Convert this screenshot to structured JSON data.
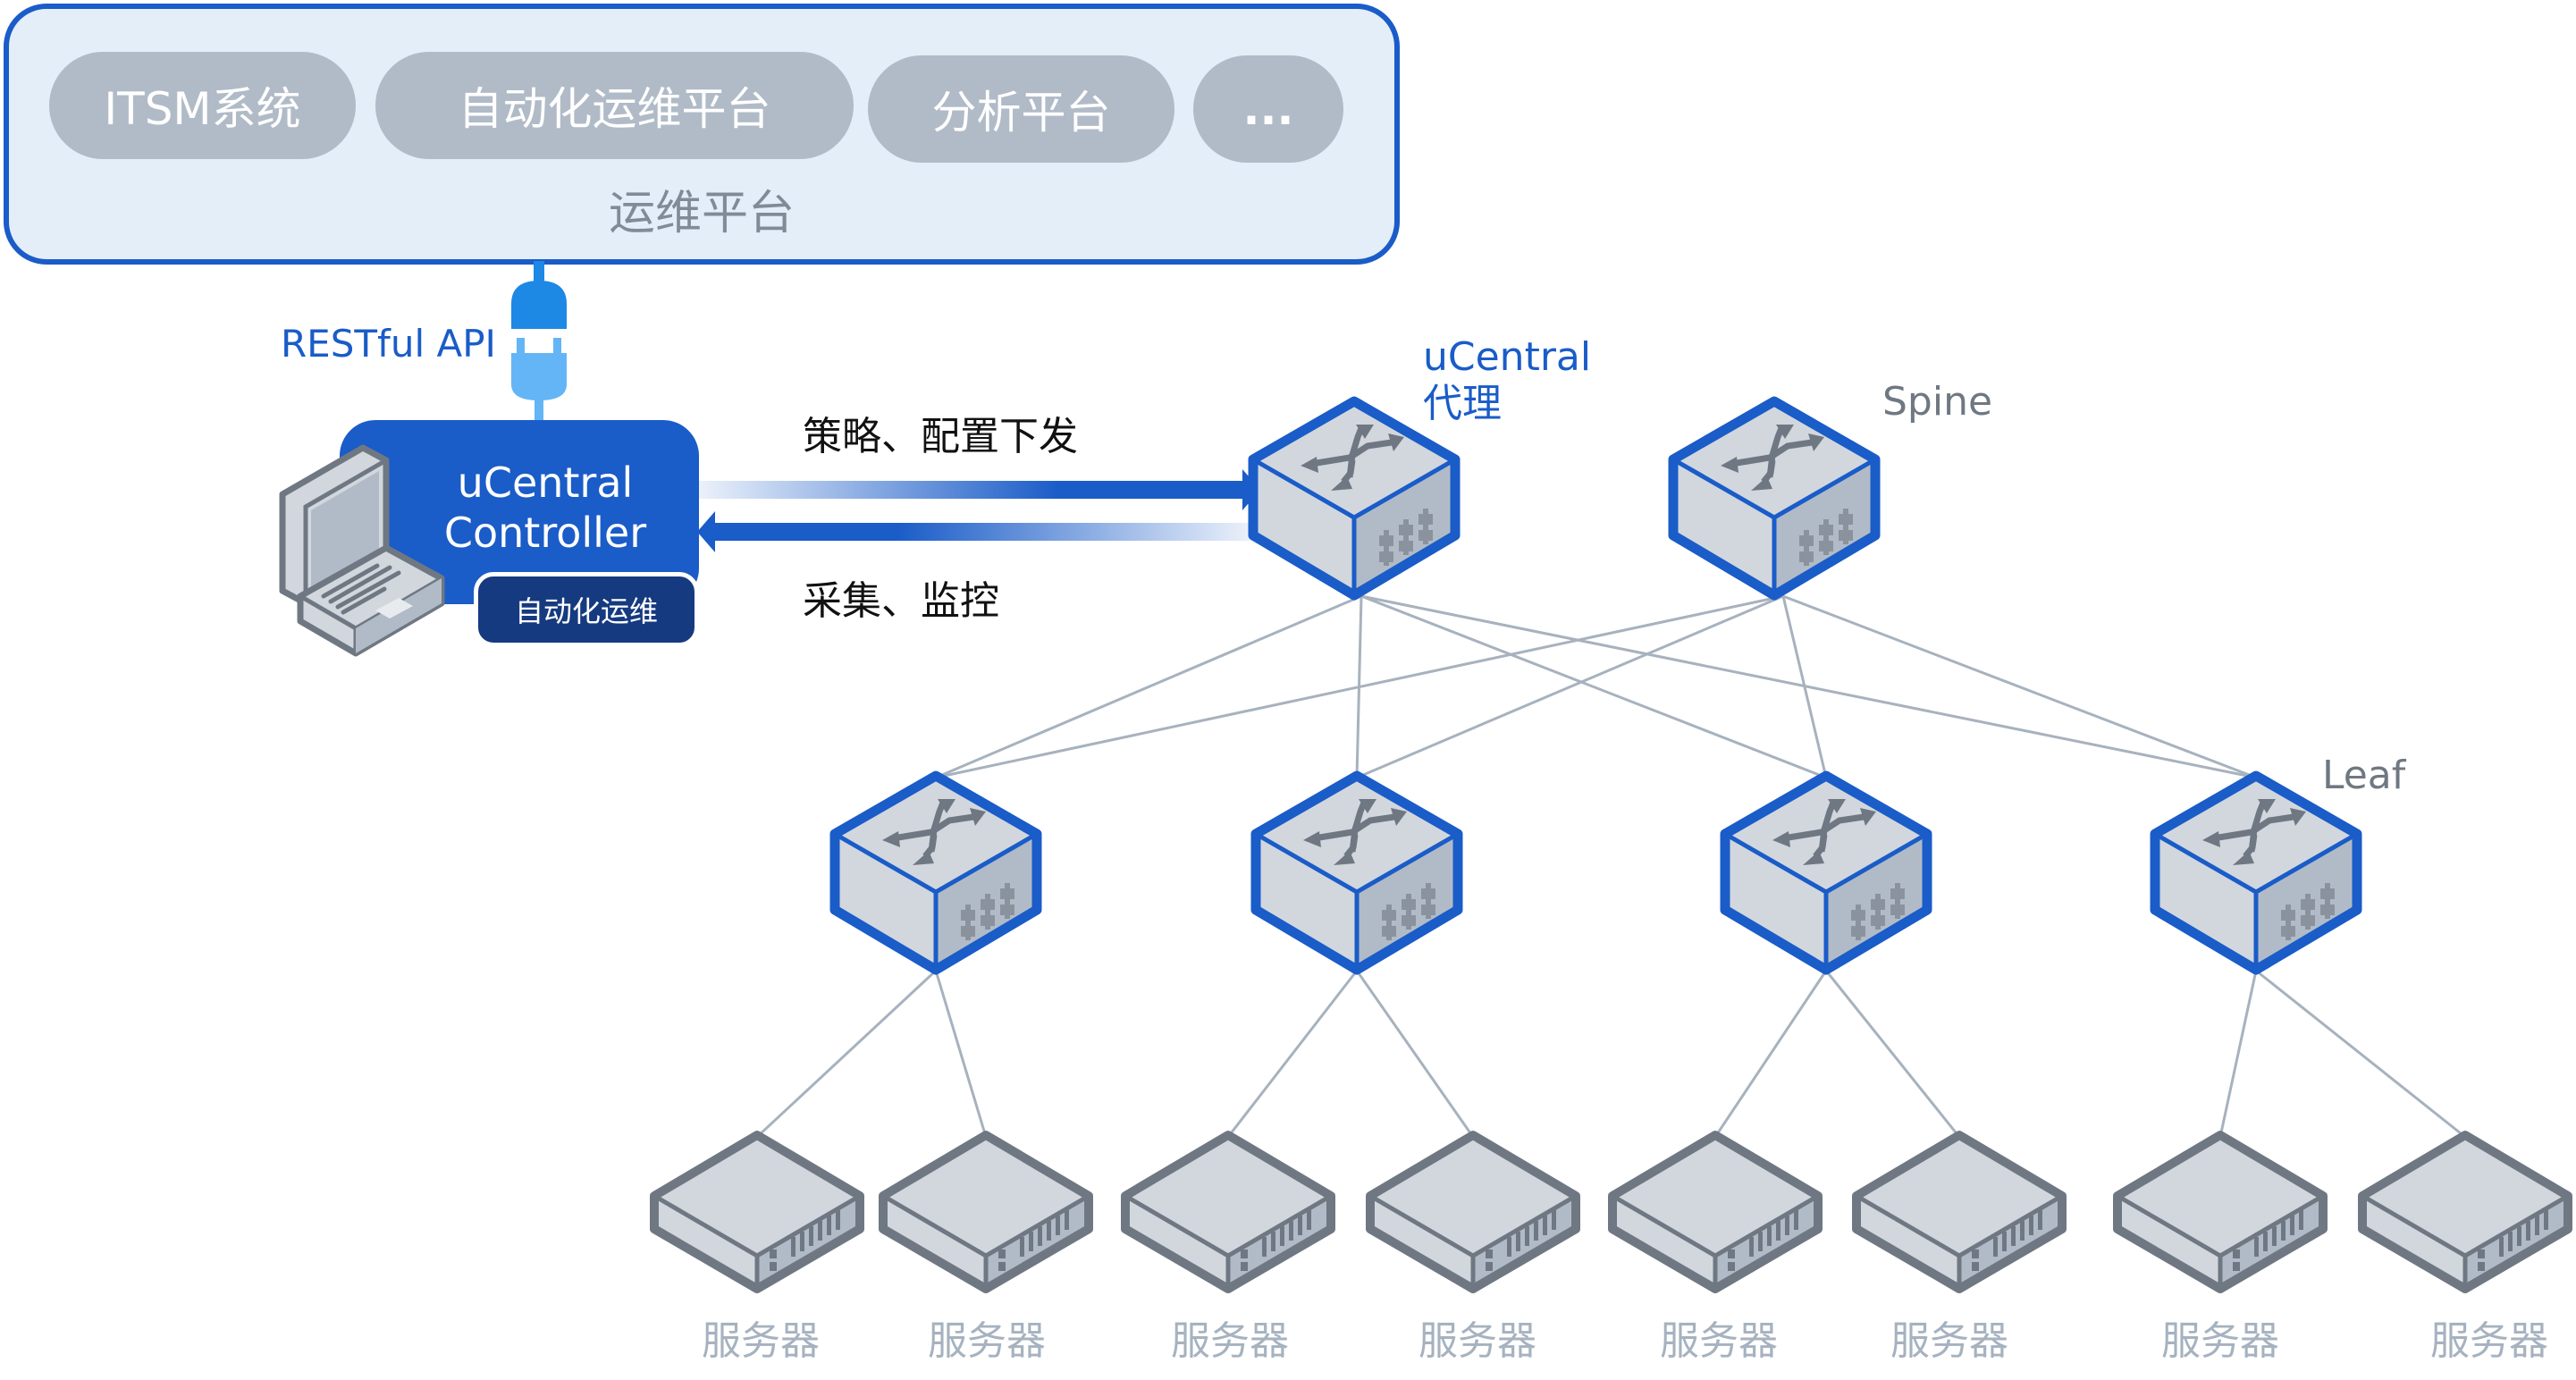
{
  "platform": {
    "title": "运维平台",
    "items": [
      {
        "label": "ITSM系统"
      },
      {
        "label": "自动化运维平台"
      },
      {
        "label": "分析平台"
      },
      {
        "label": "..."
      }
    ]
  },
  "connector": {
    "label": "RESTful API",
    "icon": "plug-icon"
  },
  "controller": {
    "title_line1": "uCentral",
    "title_line2": "Controller",
    "badge": "自动化运维",
    "icon": "laptop-icon"
  },
  "flows": {
    "downstream": "策略、配置下发",
    "upstream": "采集、监控"
  },
  "topology": {
    "spine_label": "Spine",
    "leaf_label": "Leaf",
    "agent_label_line1": "uCentral",
    "agent_label_line2": "代理",
    "spines": [
      {
        "id": "spine-1",
        "role": "uCentral代理"
      },
      {
        "id": "spine-2",
        "role": "Spine"
      }
    ],
    "leaves": [
      {
        "id": "leaf-1"
      },
      {
        "id": "leaf-2"
      },
      {
        "id": "leaf-3"
      },
      {
        "id": "leaf-4"
      }
    ],
    "servers": [
      {
        "label": "服务器",
        "leaf": 0
      },
      {
        "label": "服务器",
        "leaf": 0
      },
      {
        "label": "服务器",
        "leaf": 1
      },
      {
        "label": "服务器",
        "leaf": 1
      },
      {
        "label": "服务器",
        "leaf": 2
      },
      {
        "label": "服务器",
        "leaf": 2
      },
      {
        "label": "服务器",
        "leaf": 3
      },
      {
        "label": "服务器",
        "leaf": 3
      }
    ],
    "links": "full-mesh spine-leaf"
  },
  "colors": {
    "brand_blue": "#1a5cc8",
    "navy": "#163a80",
    "platform_bg": "#e4eef8",
    "pill_gray": "#b1bbc7",
    "device_face": "#d2d7dd",
    "device_side": "#b1bbc7",
    "device_icon": "#6f7882",
    "link_gray": "#a7b2be",
    "plug_dark": "#1e88e5",
    "plug_light": "#64b5f6"
  }
}
